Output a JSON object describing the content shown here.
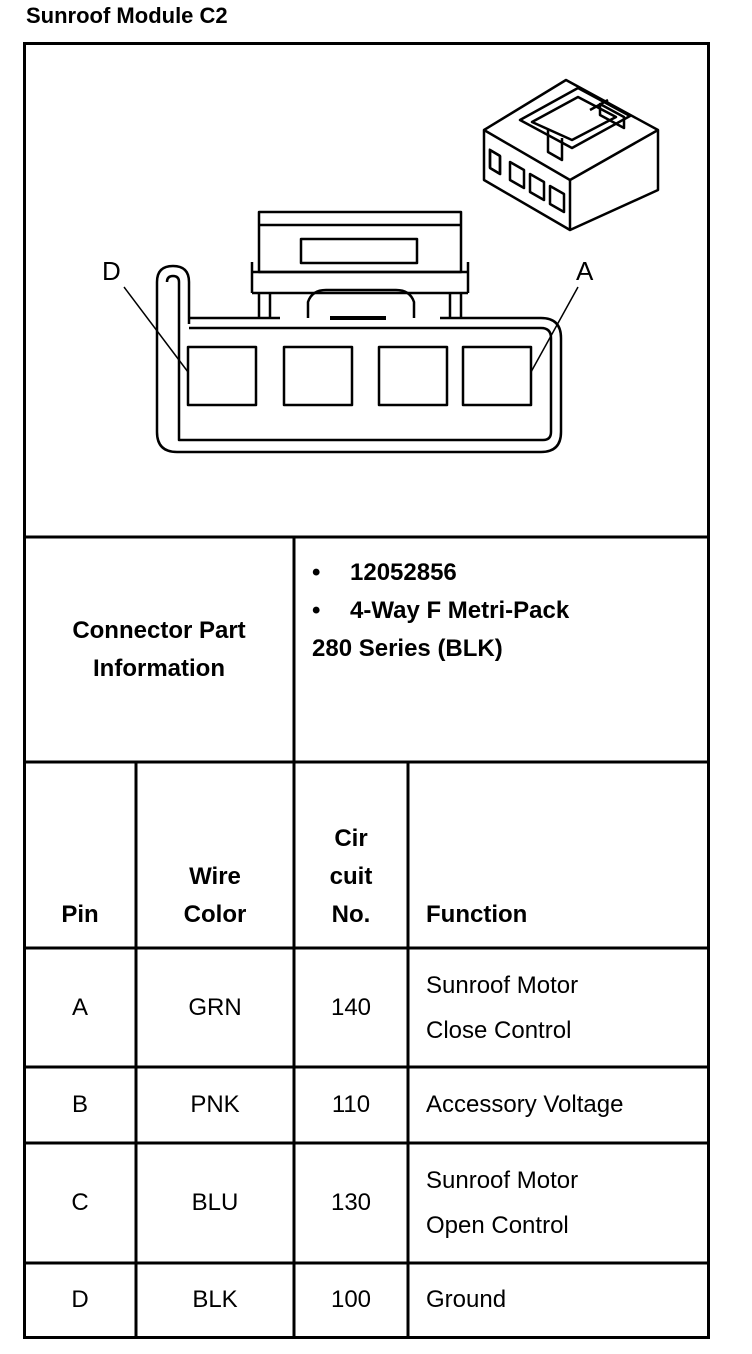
{
  "title": "Sunroof Module C2",
  "diagram": {
    "label_left": "D",
    "label_right": "A"
  },
  "connector_info": {
    "label_line1": "Connector Part",
    "label_line2": "Information",
    "bullets": [
      {
        "marker": "•",
        "text": "12052856"
      },
      {
        "marker": "•",
        "text": "4-Way F Metri-Pack"
      }
    ],
    "continuation": "280 Series (BLK)"
  },
  "table": {
    "headers": {
      "pin": "Pin",
      "wire_line1": "Wire",
      "wire_line2": "Color",
      "cir_line1": "Cir",
      "cir_line2": "cuit",
      "cir_line3": "No.",
      "function": "Function"
    },
    "rows": [
      {
        "pin": "A",
        "wire": "GRN",
        "circuit": "140",
        "function_line1": "Sunroof Motor",
        "function_line2": "Close Control"
      },
      {
        "pin": "B",
        "wire": "PNK",
        "circuit": "110",
        "function_line1": "Accessory Voltage",
        "function_line2": ""
      },
      {
        "pin": "C",
        "wire": "BLU",
        "circuit": "130",
        "function_line1": "Sunroof Motor",
        "function_line2": "Open Control"
      },
      {
        "pin": "D",
        "wire": "BLK",
        "circuit": "100",
        "function_line1": "Ground",
        "function_line2": ""
      }
    ]
  }
}
